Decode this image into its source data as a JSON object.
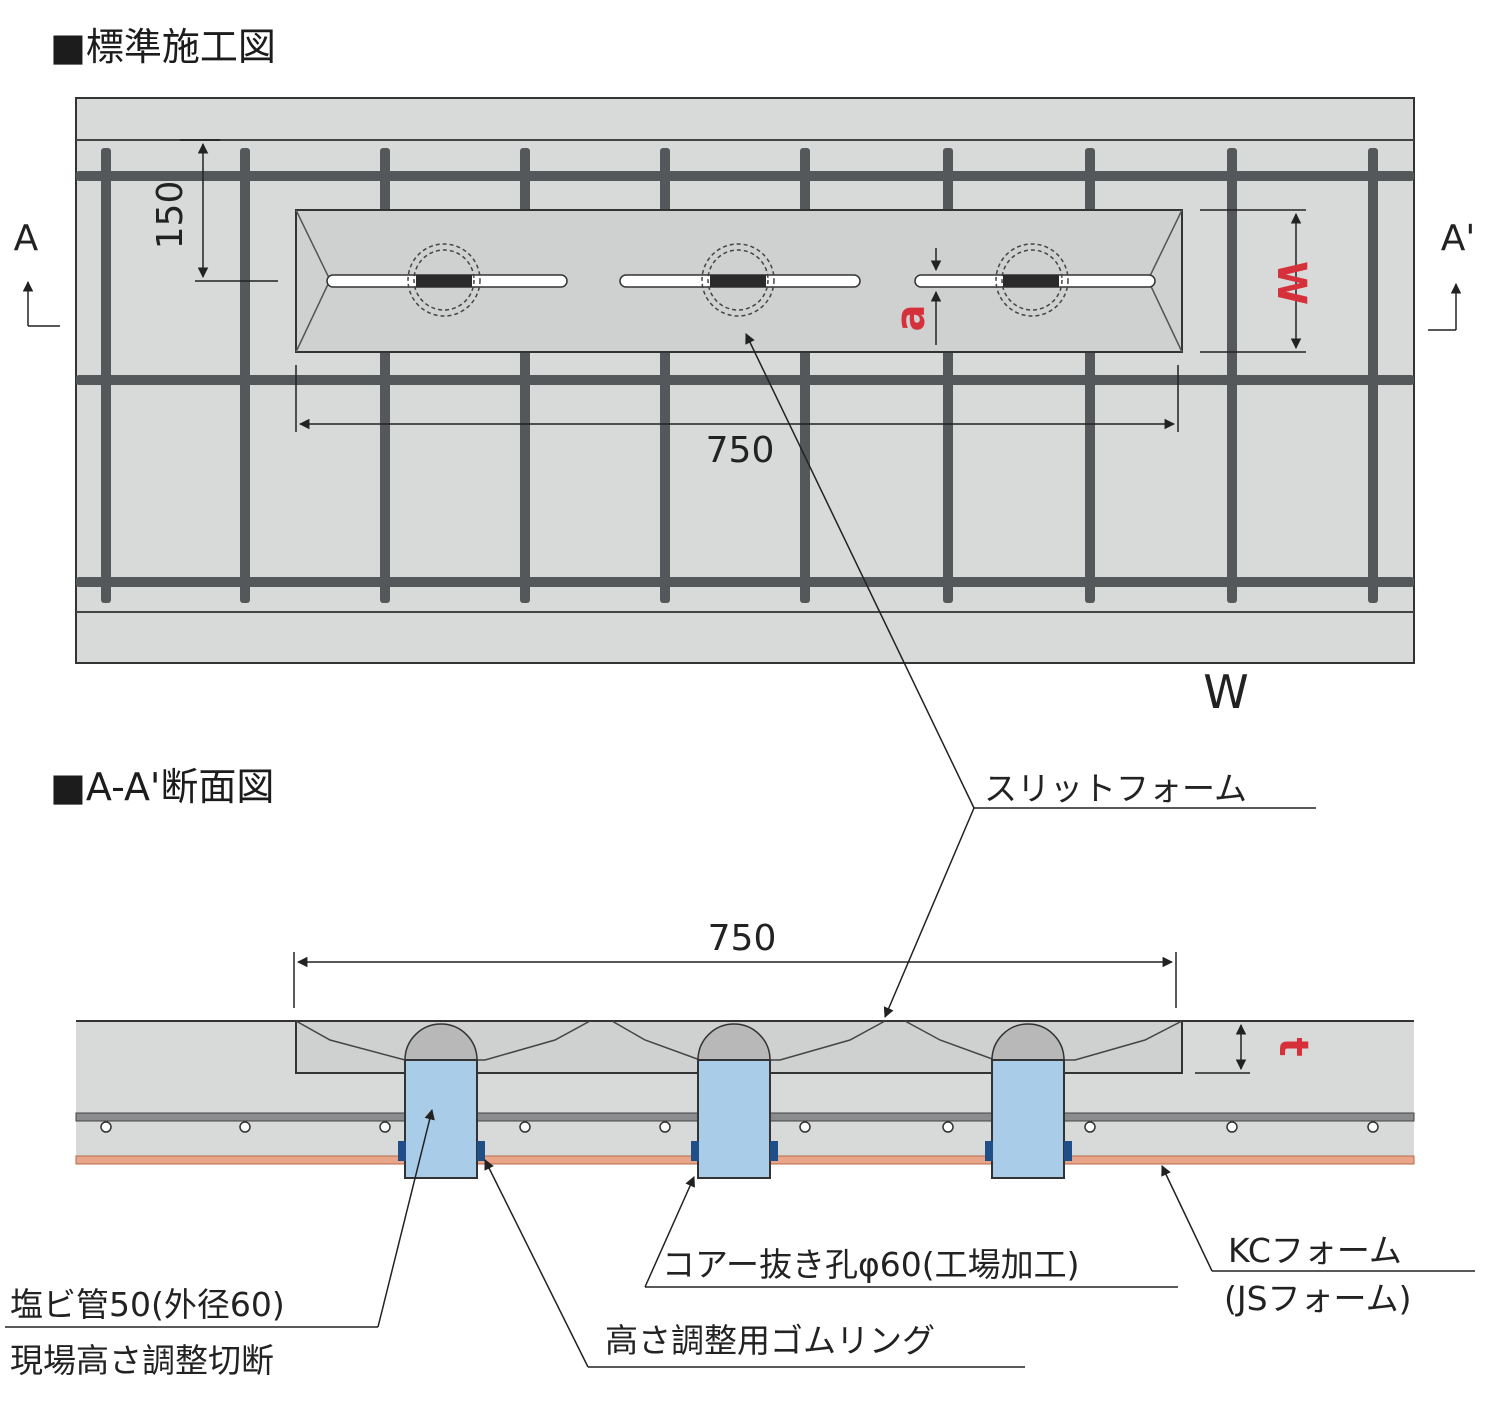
{
  "headers": {
    "plan": "■標準施工図",
    "section": "■A-A'断面図"
  },
  "section_marks": {
    "left": "A",
    "right": "A'"
  },
  "dimensions": {
    "pitch": "150",
    "slit_length_plan": "750",
    "slit_length_section": "750",
    "gutter_width": "W",
    "slit_width": "W",
    "slit_offset": "a",
    "thickness": "t"
  },
  "callouts": {
    "slit_form": "スリットフォーム",
    "core_hole": "コアー抜き孔φ60(工場加工)",
    "kc_form": "KCフォーム",
    "js_form": "(JSフォーム)",
    "pvc_pipe": "塩ビ管50(外径60)",
    "cut_on_site": "現場高さ調整切断",
    "rubber_ring": "高さ調整用ゴムリング"
  },
  "colors": {
    "concrete": "#d8d9d9",
    "slit_form": "#cfd0d0",
    "rebar": "#55585a",
    "pipe": "#a9cde8",
    "pipe_cap": "#b8b8b8",
    "ring": "#1f4f86",
    "kc_form": "#e9a58a",
    "accent_red": "#d6303a",
    "line": "#222222"
  }
}
